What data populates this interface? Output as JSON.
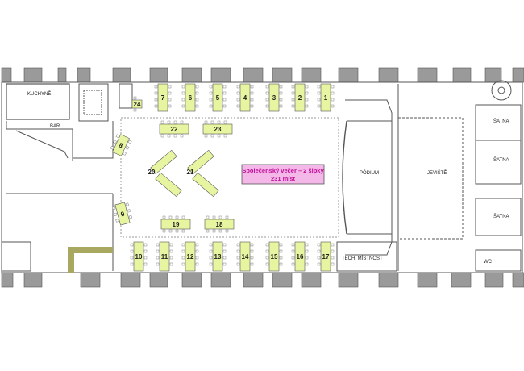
{
  "title_box": {
    "line1": "Společenský večer – 2 šipky",
    "line2": "231 míst",
    "fill": "#f4b8e8",
    "text_color": "#c0109a"
  },
  "rooms": {
    "kitchen": "KUCHYNĚ",
    "bar": "BAR",
    "podium": "PÓDIUM",
    "stage": "JEVIŠTĚ",
    "cloak1": "ŠATNA",
    "cloak2": "ŠATNA",
    "cloak3": "ŠATNA",
    "tech_room": "TECH. MÍSTNOST",
    "wc": "WC"
  },
  "tables": {
    "t1": "1",
    "t2": "2",
    "t3": "3",
    "t4": "4",
    "t5": "5",
    "t6": "6",
    "t7": "7",
    "t8": "8",
    "t9": "9",
    "t10": "10",
    "t11": "11",
    "t12": "12",
    "t13": "13",
    "t14": "14",
    "t15": "15",
    "t16": "16",
    "t17": "17",
    "t18": "18",
    "t19": "19",
    "t20": "20",
    "t21": "21",
    "t22": "22",
    "t23": "23",
    "t24": "24"
  },
  "colors": {
    "table_fill": "#e8f5a0",
    "wall": "#9a9a9a",
    "wall_dark": "#7c7c7c",
    "highlight": "#a8a860"
  }
}
